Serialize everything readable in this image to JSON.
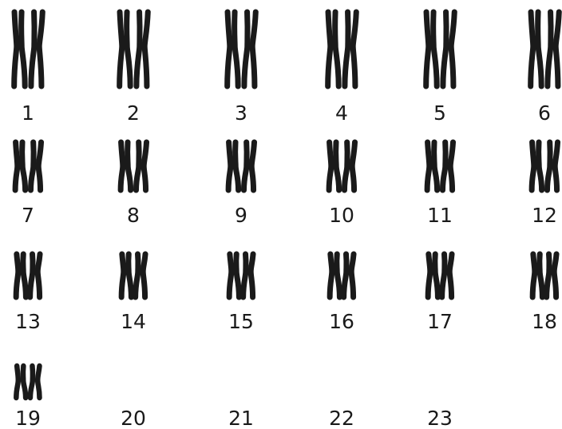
{
  "karyotype": {
    "ink_color": "#1a1a1a",
    "background": "#ffffff",
    "chromosome_numbers": [
      "1",
      "2",
      "3",
      "4",
      "5",
      "6",
      "7",
      "8",
      "9",
      "10",
      "11",
      "12",
      "13",
      "14",
      "15",
      "16",
      "17",
      "18",
      "19",
      "20",
      "21",
      "22",
      "23"
    ],
    "paired_numbers": [
      "1",
      "2",
      "3",
      "4",
      "5",
      "6",
      "7",
      "8",
      "9",
      "10",
      "11",
      "12",
      "13",
      "14",
      "15",
      "16",
      "17",
      "18",
      "19"
    ],
    "unpaired_numbers": [
      "20",
      "21",
      "22",
      "23"
    ]
  }
}
